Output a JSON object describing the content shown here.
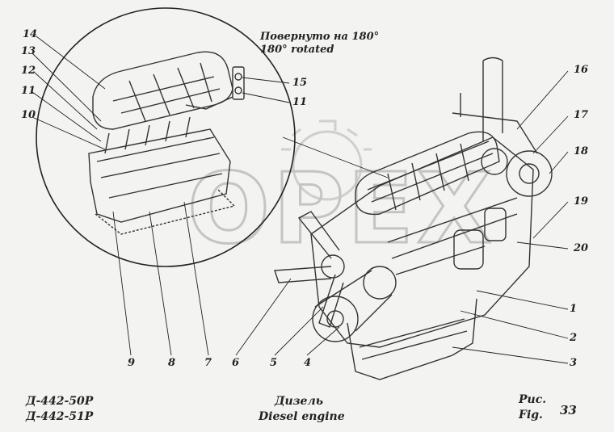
{
  "note": {
    "line1": "Повернуто на 180°",
    "line2": "180° rotated"
  },
  "callouts": [
    "14",
    "13",
    "12",
    "11",
    "10",
    "15",
    "11",
    "16",
    "17",
    "18",
    "19",
    "20",
    "1",
    "2",
    "3",
    "9",
    "8",
    "7",
    "6",
    "5",
    "4"
  ],
  "footer": {
    "model_line1": "Д-442-50Р",
    "model_line2": "Д-442-51Р",
    "title_ru": "Дизель",
    "title_en": "Diesel engine",
    "fig_ru": "Рис.",
    "fig_en": "Fig.",
    "fig_number": "33"
  },
  "watermark": {
    "text": "OPEX"
  },
  "colors": {
    "ink": "#222222",
    "background": "#f3f3f1",
    "watermark": "#c9c9c9"
  }
}
